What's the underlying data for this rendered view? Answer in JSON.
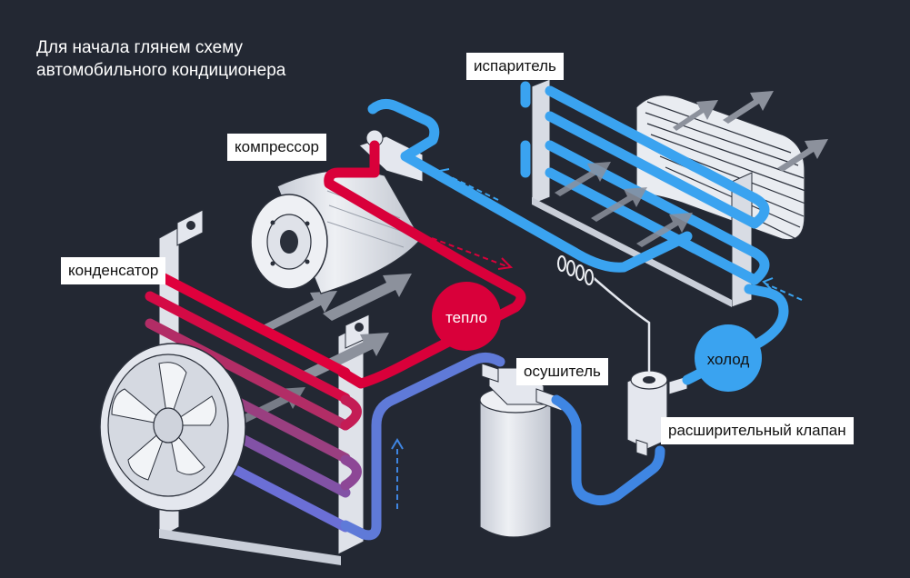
{
  "heading": {
    "line1": "Для начала глянем схему",
    "line2": "автомобильного кондиционера"
  },
  "labels": {
    "evaporator": "испаритель",
    "compressor": "компрессор",
    "condenser": "конденсатор",
    "heat": "тепло",
    "dryer": "осушитель",
    "cold": "холод",
    "expansion_valve": "расширительный клапан"
  },
  "colors": {
    "background": "#232833",
    "hot_line": "#d9003a",
    "cold_line": "#3aa3f0",
    "mixed_line": "#6b6fd6",
    "metal": "#e4e7ee",
    "metal_shade": "#c3c8d3",
    "airflow_arrow": "#8c919c",
    "label_bg": "#ffffff",
    "label_text": "#111111",
    "heat_bubble": "#d9003a",
    "cold_bubble": "#3aa3f0"
  },
  "icons": {
    "compressor": "compressor-unit",
    "condenser": "condenser-radiator",
    "fan": "cooling-fan",
    "evaporator": "evaporator-core",
    "dryer": "receiver-dryer",
    "valve": "expansion-valve",
    "flow": "dashed-flow-arrow",
    "air": "airflow-arrow"
  }
}
